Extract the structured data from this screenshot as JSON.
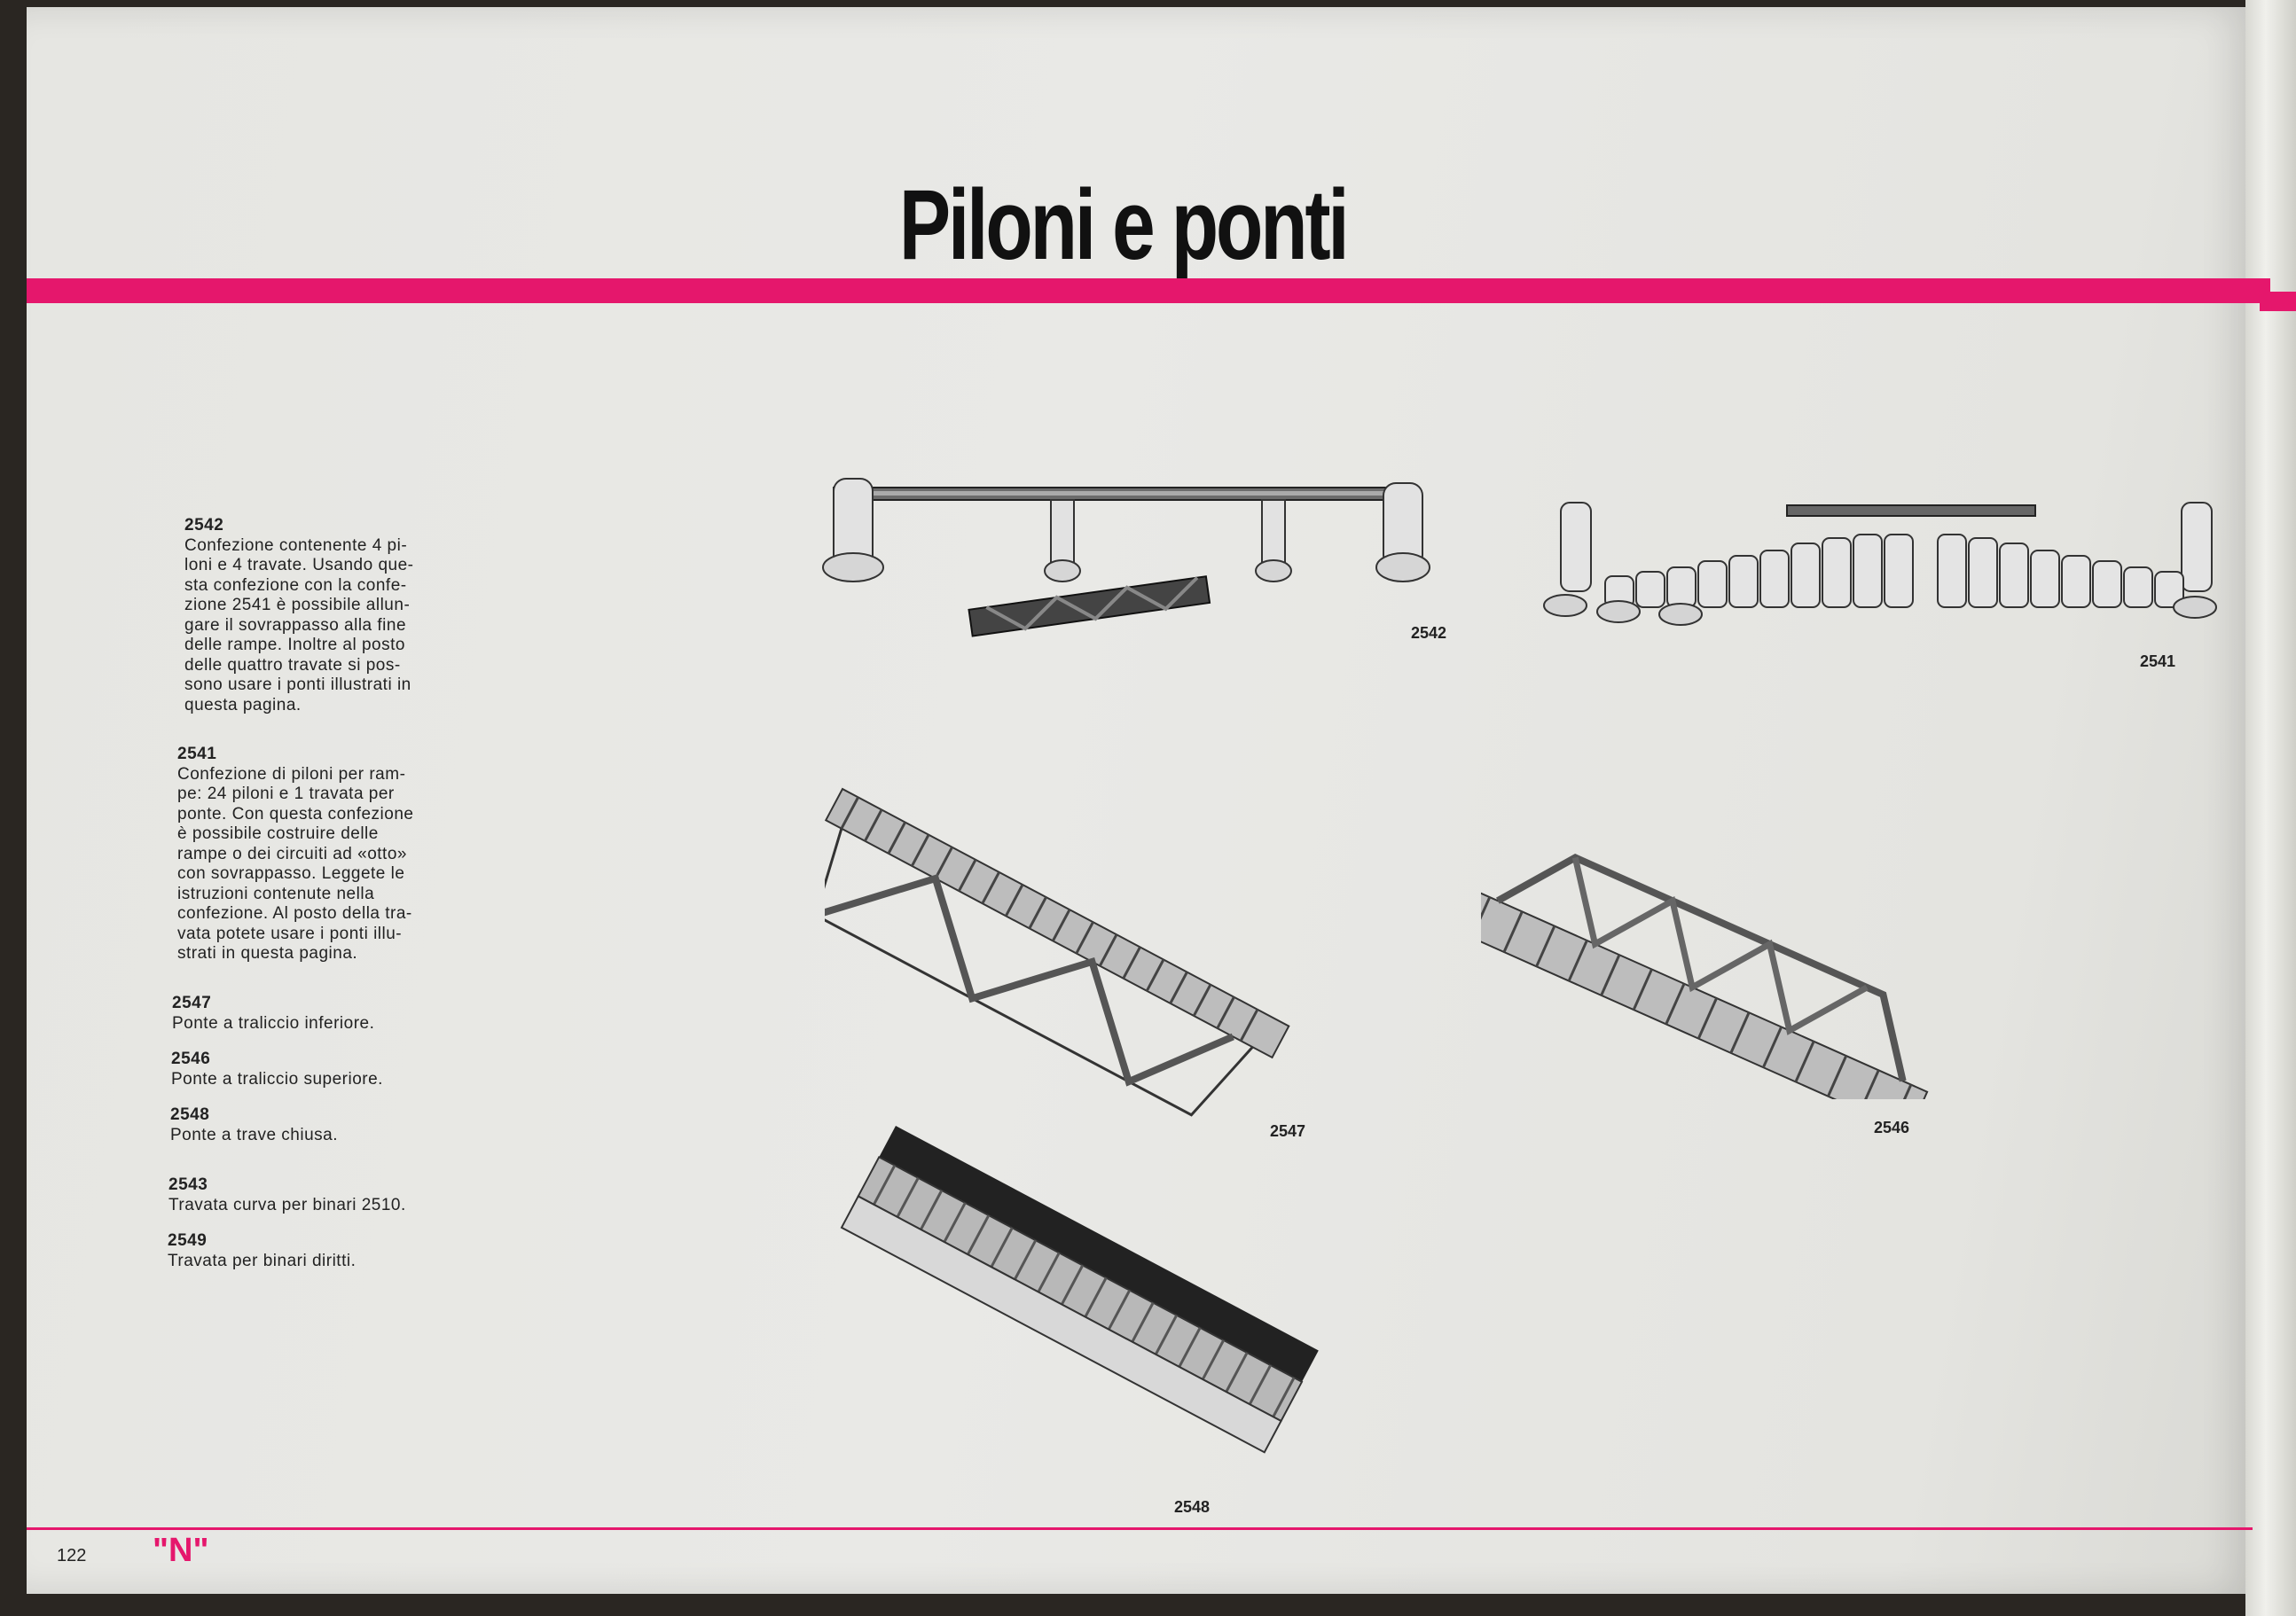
{
  "title": "Piloni e ponti",
  "footer": {
    "page_number": "122",
    "series": "\"N\""
  },
  "items": [
    {
      "code": "2542",
      "text": "Confezione contenente 4 pi-\nloni e 4 travate. Usando que-\nsta confezione con la confe-\nzione 2541 è possibile allun-\ngare il sovrappasso alla fine\ndelle rampe. Inoltre al posto\ndelle quattro travate si pos-\nsono usare i ponti illustrati in\nquesta pagina."
    },
    {
      "code": "2541",
      "text": "Confezione di piloni per ram-\npe: 24 piloni e 1 travata per\nponte. Con questa confezione\nè possibile costruire delle\nrampe o dei circuiti ad «otto»\ncon sovrappasso. Leggete le\nistruzioni contenute nella\nconfezione. Al posto della tra-\nvata potete usare i ponti illu-\nstrati in questa pagina."
    },
    {
      "code": "2547",
      "text": "Ponte a traliccio inferiore."
    },
    {
      "code": "2546",
      "text": "Ponte a traliccio superiore."
    },
    {
      "code": "2548",
      "text": "Ponte a trave chiusa."
    },
    {
      "code": "2543",
      "text": "Travata curva per binari 2510."
    },
    {
      "code": "2549",
      "text": "Travata per binari diritti."
    }
  ],
  "figures": [
    {
      "label": "2542"
    },
    {
      "label": "2541"
    },
    {
      "label": "2547"
    },
    {
      "label": "2546"
    },
    {
      "label": "2548"
    }
  ]
}
